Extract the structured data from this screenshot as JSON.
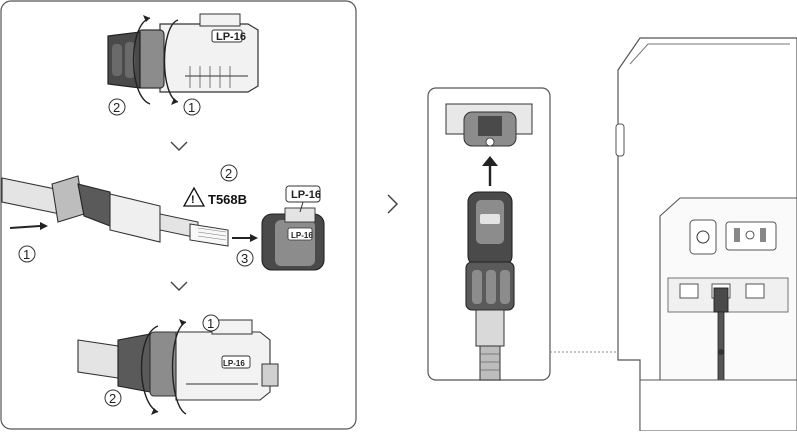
{
  "labels": {
    "connector_model": "LP-16",
    "cable_standard": "T568B"
  },
  "step_numbers": {
    "one": "1",
    "two": "2",
    "three": "3"
  },
  "colors": {
    "line": "#333333",
    "panel_border": "#555555",
    "dark_part": "#4a4a4a",
    "mid_part": "#8c8c8c",
    "light_part": "#e4e4e4",
    "dotted_link": "#888888"
  },
  "icons": {
    "warning": "warning-triangle-icon",
    "next": "chevron-right-icon",
    "down": "chevron-down-icon"
  }
}
